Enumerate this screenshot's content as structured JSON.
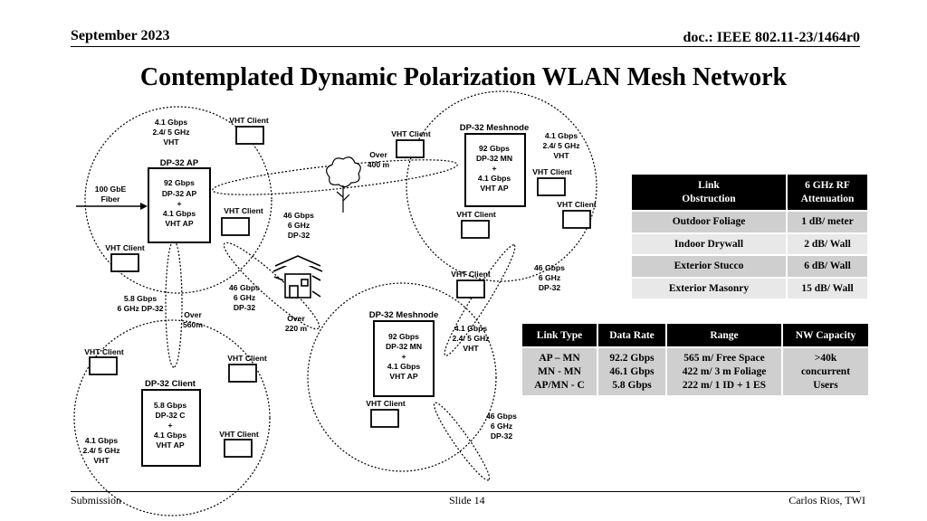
{
  "header": {
    "date": "September 2023",
    "doc": "doc.: IEEE 802.11-23/1464r0"
  },
  "title": "Contemplated Dynamic Polarization WLAN Mesh Network",
  "footer": {
    "left": "Submission",
    "center": "Slide 14",
    "right": "Carlos Rios, TWI"
  },
  "diagram": {
    "ap": {
      "heading": "DP-32 AP",
      "lines": [
        "92 Gbps",
        "DP-32 AP",
        "+",
        "4.1 Gbps",
        "VHT AP"
      ],
      "range_lines": [
        "4.1 Gbps",
        "2.4/ 5 GHz",
        "VHT"
      ]
    },
    "mesh1": {
      "heading": "DP-32 Meshnode",
      "lines": [
        "92 Gbps",
        "DP-32 MN",
        "+",
        "4.1 Gbps",
        "VHT AP"
      ],
      "range_lines": [
        "4.1 Gbps",
        "2.4/ 5 GHz",
        "VHT"
      ]
    },
    "mesh2": {
      "heading": "DP-32 Meshnode",
      "lines": [
        "92 Gbps",
        "DP-32 MN",
        "+",
        "4.1 Gbps",
        "VHT AP"
      ],
      "range_lines": [
        "4.1 Gbps",
        "2.4/ 5 GHz",
        "VHT"
      ]
    },
    "client": {
      "heading": "DP-32 Client",
      "lines": [
        "5.8 Gbps",
        "DP-32 C",
        "+",
        "4.1 Gbps",
        "VHT AP"
      ],
      "range_lines": [
        "4.1 Gbps",
        "2.4/ 5 GHz",
        "VHT"
      ]
    },
    "fiber_lines": [
      "100 GbE",
      "Fiber"
    ],
    "vht_client": "VHT Client",
    "link_46": [
      "46 Gbps",
      "6 GHz",
      "DP-32"
    ],
    "link_58": [
      "5.8 Gbps",
      "6 GHz DP-32"
    ],
    "dist_400": [
      "Over",
      "400 m"
    ],
    "dist_560": [
      "Over",
      "560m"
    ],
    "dist_220": [
      "Over",
      "220 m"
    ]
  },
  "table1": {
    "headers": [
      [
        "Link",
        "Obstruction"
      ],
      [
        "6 GHz RF",
        "Attenuation"
      ]
    ],
    "rows": [
      [
        "Outdoor Foliage",
        "1 dB/ meter"
      ],
      [
        "Indoor Drywall",
        "2 dB/ Wall"
      ],
      [
        "Exterior Stucco",
        "6 dB/ Wall"
      ],
      [
        "Exterior Masonry",
        "15 dB/ Wall"
      ]
    ]
  },
  "table2": {
    "headers": [
      "Link Type",
      "Data Rate",
      "Range",
      "NW Capacity"
    ],
    "cells": [
      [
        "AP – MN",
        "MN - MN",
        "AP/MN - C"
      ],
      [
        "92.2 Gbps",
        "46.1 Gbps",
        "5.8 Gbps"
      ],
      [
        "565 m/ Free Space",
        "422 m/ 3 m Foliage",
        "222 m/ 1 ID + 1 ES"
      ],
      [
        ">40k",
        "concurrent",
        "Users"
      ]
    ]
  }
}
